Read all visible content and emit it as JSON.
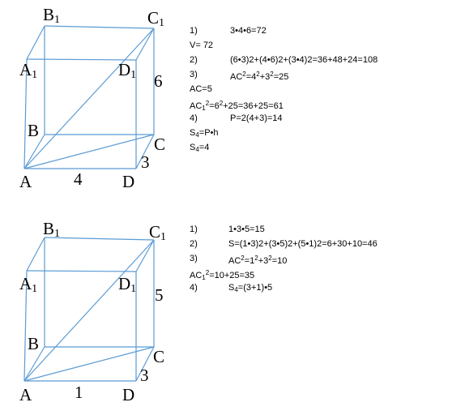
{
  "colors": {
    "edge": "#5b9bd5",
    "text": "#000000",
    "background": "#ffffff"
  },
  "figures": [
    {
      "labels": {
        "B1": "B",
        "C1": "C",
        "A1": "A",
        "D1": "D",
        "B": "B",
        "C": "C",
        "A": "A",
        "D": "D",
        "sub": "1",
        "len_AD": "4",
        "len_DC": "3",
        "len_CC1": "6"
      }
    },
    {
      "labels": {
        "B1": "B",
        "C1": "C",
        "A1": "A",
        "D1": "D",
        "B": "B",
        "C": "C",
        "A": "A",
        "D": "D",
        "sub": "1",
        "len_AD": "1",
        "len_DC": "3",
        "len_CC1": "5"
      }
    }
  ],
  "solutions": [
    {
      "lines": [
        {
          "num": "1)",
          "text": "3•4•6=72"
        },
        {
          "num": "",
          "text": "V= 72"
        },
        {
          "num": "2)",
          "text": "(6•3)2+(4•6)2+(3•4)2=36+48+24=108"
        },
        {
          "num": "3)",
          "pre": "AC",
          "sup": "2",
          "mid": "=4",
          "sup2": "2",
          "mid2": "+3",
          "sup3": "2",
          "post": "=25"
        },
        {
          "num": "",
          "text": "AC=5"
        },
        {
          "num": "",
          "pre": "AC",
          "sub": "1",
          "sup": "2",
          "mid": "=6",
          "sup2": "2",
          "post": "+25=36+25=61"
        },
        {
          "num": "4)",
          "text": "P=2(4+3)=14"
        },
        {
          "num": "",
          "pre": "S",
          "sub": "4",
          "post": "=P•h"
        },
        {
          "num": "",
          "pre": "S",
          "sub": "4",
          "post": "=4"
        }
      ]
    },
    {
      "lines": [
        {
          "num": "1)",
          "text": "1•3•5=15"
        },
        {
          "num": "2)",
          "text": "S=(1•3)2+(3•5)2+(5•1)2=6+30+10=46"
        },
        {
          "num": "3)",
          "pre": "AC",
          "sup": "2",
          "mid": "=1",
          "sup2": "2",
          "mid2": "+3",
          "sup3": "2",
          "post": "=10"
        },
        {
          "num": "",
          "pre": "AC",
          "sub": "1",
          "sup": "2",
          "post": "=10+25=35"
        },
        {
          "num": "4)",
          "pre": "S",
          "sub": "4",
          "post": "=(3+1)•5"
        }
      ]
    }
  ]
}
